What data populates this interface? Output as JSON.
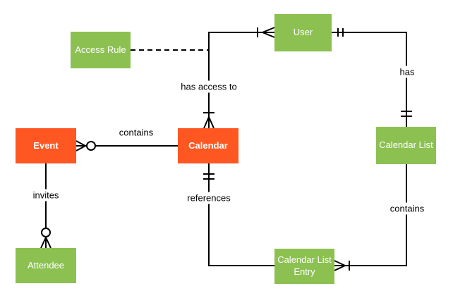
{
  "diagram": {
    "background": "#FFFFFF",
    "line_color": "#000000",
    "entity_text_color": "#FFFFFF",
    "entity_green": "#8CC152",
    "entity_orange": "#FF5722"
  },
  "entities": {
    "access_rule": {
      "label": "Access Rule",
      "color": "#8CC152"
    },
    "user": {
      "label": "User",
      "color": "#8CC152"
    },
    "event": {
      "label": "Event",
      "color": "#FF5722"
    },
    "calendar": {
      "label": "Calendar",
      "color": "#FF5722"
    },
    "calendar_list": {
      "label": "Calendar List",
      "color": "#8CC152"
    },
    "attendee": {
      "label": "Attendee",
      "color": "#8CC152"
    },
    "calendar_list_entry": {
      "label": "Calendar List Entry",
      "color": "#8CC152"
    }
  },
  "relationships": {
    "user_calendar": {
      "label": "has access to",
      "from": "user",
      "to": "calendar",
      "from_marker": "one-or-many",
      "to_marker": "one-or-many",
      "style": "solid"
    },
    "access_rule_attachment": {
      "from": "access_rule",
      "to": "user_calendar",
      "style": "dashed"
    },
    "user_calendar_list": {
      "label": "has",
      "from": "user",
      "to": "calendar_list",
      "from_marker": "one-and-only-one",
      "to_marker": "one-and-only-one",
      "style": "solid"
    },
    "calendar_event": {
      "label": "contains",
      "from": "calendar",
      "to": "event",
      "to_marker": "zero-or-many",
      "style": "solid"
    },
    "event_attendee": {
      "label": "invites",
      "from": "event",
      "to": "attendee",
      "to_marker": "zero-or-many",
      "style": "solid"
    },
    "calendar_entry": {
      "label": "references",
      "from": "calendar",
      "to": "calendar_list_entry",
      "from_marker": "one-and-only-one",
      "style": "solid"
    },
    "calendar_list_entry_rel": {
      "label": "contains",
      "from": "calendar_list",
      "to": "calendar_list_entry",
      "to_marker": "one-or-many",
      "style": "solid"
    }
  }
}
